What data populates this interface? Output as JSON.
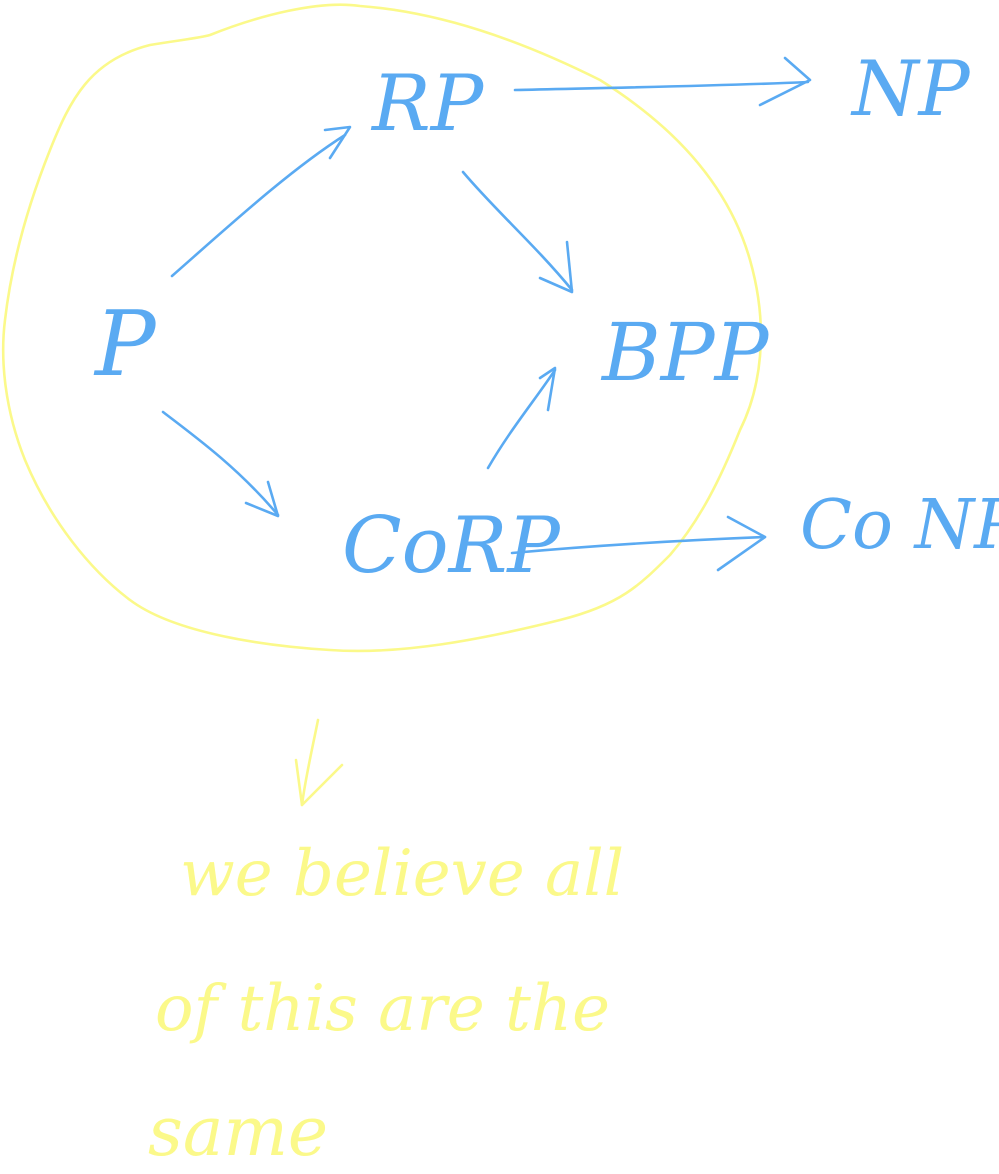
{
  "colors": {
    "blue_ink": "#5aaaf2",
    "yellow_ink": "#fbf98a",
    "background": "#ffffff"
  },
  "nodes": {
    "p": "P",
    "rp": "RP",
    "np": "NP",
    "bpp": "BPP",
    "corp": "CoRP",
    "conp": "Co NP"
  },
  "note": {
    "line1": "we believe all",
    "line2": "of this are the",
    "line3": "same"
  }
}
